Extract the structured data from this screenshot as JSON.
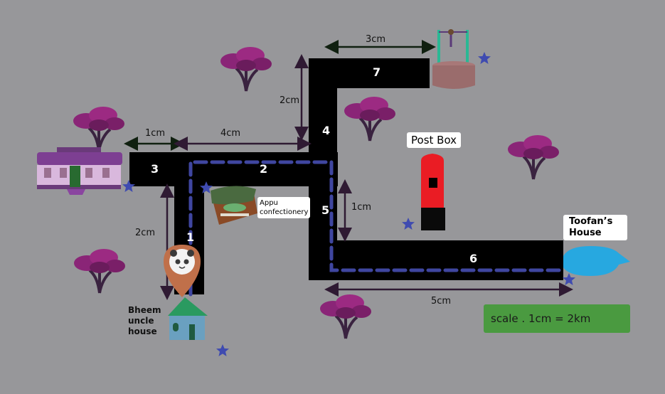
{
  "map": {
    "roads": [
      {
        "number": "1"
      },
      {
        "number": "2"
      },
      {
        "number": "3"
      },
      {
        "number": "4"
      },
      {
        "number": "5"
      },
      {
        "number": "6"
      },
      {
        "number": "7"
      }
    ],
    "measurements": {
      "top": "3cm",
      "left_short": "1cm",
      "left_long": "4cm",
      "vertical_4": "2cm",
      "vertical_1": "2cm",
      "vertical_5": "1cm",
      "bottom": "5cm"
    },
    "places": {
      "post_box": "Post Box",
      "toofan_line1": "Toofan’s",
      "toofan_line2": "House",
      "appu_line1": "Appu",
      "appu_line2": "confectionery",
      "bheem_line1": "Bheem",
      "bheem_line2": "uncle",
      "bheem_line3": "house"
    },
    "scale": "scale .  1cm = 2km",
    "colors": {
      "background": "#97979a",
      "road": "#000000",
      "route": "#3f46a0",
      "arrow": "#2f1a33",
      "tree": "#8a2577",
      "star": "#3f4bb0",
      "postbox": "#ea1c24",
      "pond": "#27a8e0",
      "scale_bg": "#4a9a40"
    }
  }
}
